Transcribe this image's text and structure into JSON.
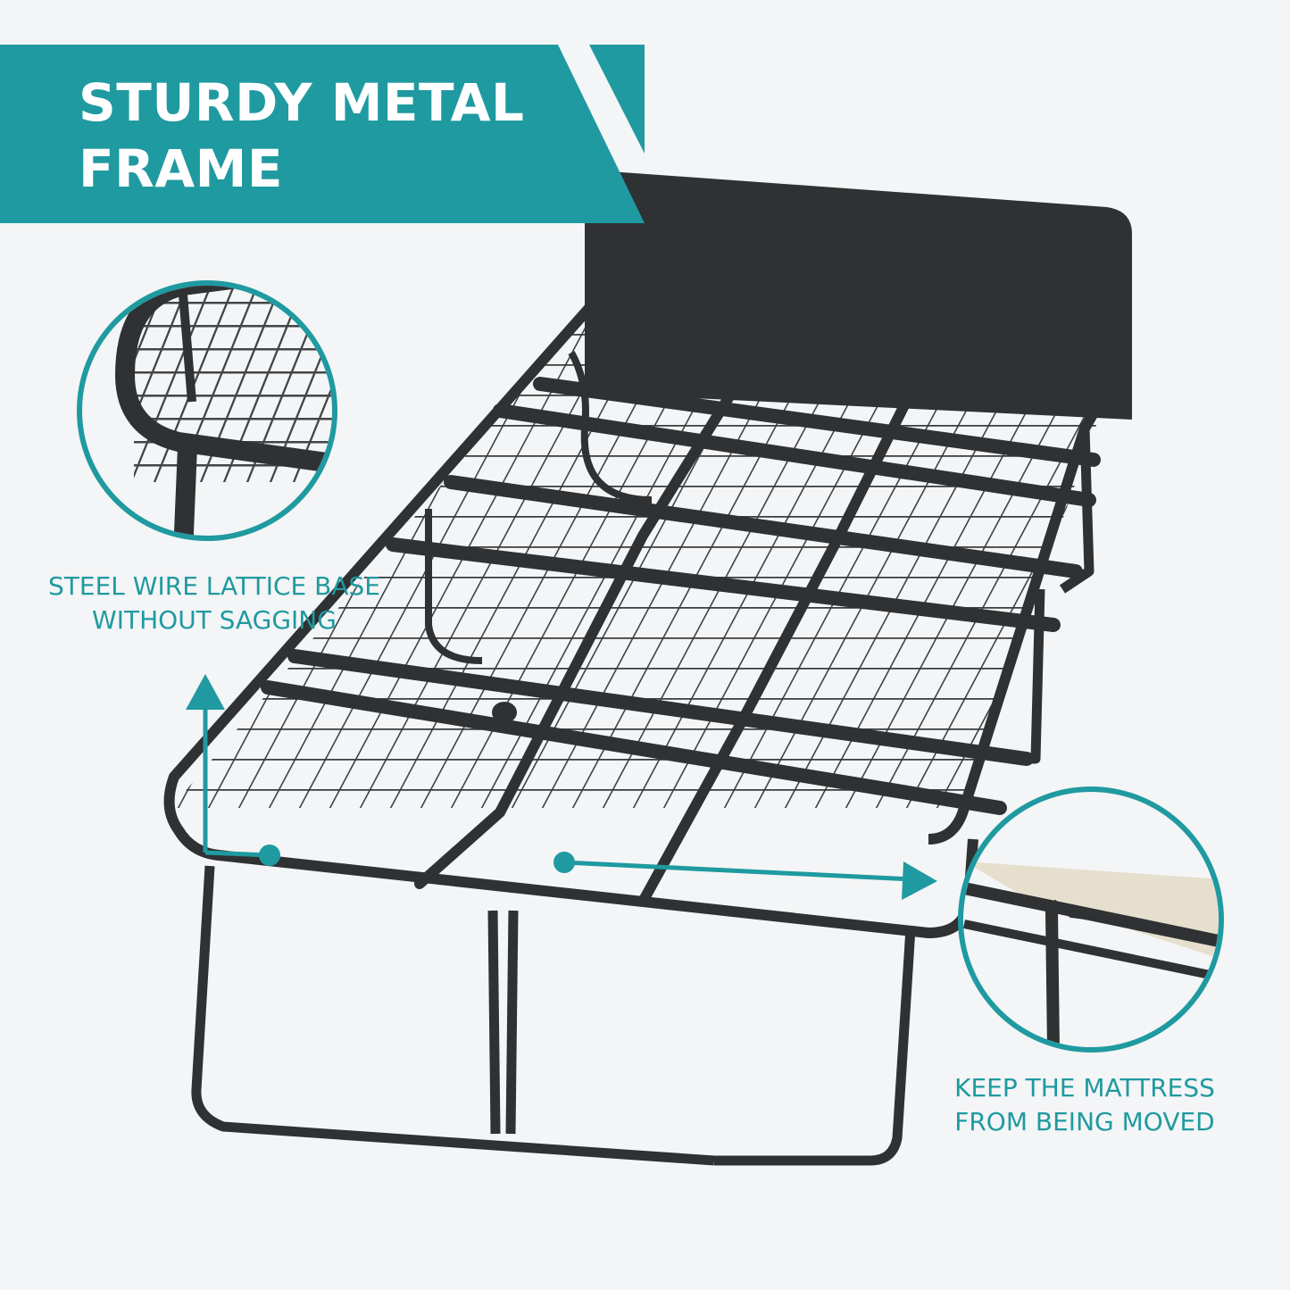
{
  "banner": {
    "line1": "STURDY METAL",
    "line2": "FRAME"
  },
  "callouts": {
    "lattice": {
      "line1": "STEEL WIRE LATTICE BASE",
      "line2": "WITHOUT SAGGING"
    },
    "mattress": {
      "line1": "KEEP THE MATTRESS",
      "line2": "FROM BEING MOVED"
    }
  },
  "colors": {
    "accent": "#1f9aa0",
    "frame": "#2f3133",
    "background": "#f4f5f6",
    "mattress_fabric": "#e6dfce"
  }
}
